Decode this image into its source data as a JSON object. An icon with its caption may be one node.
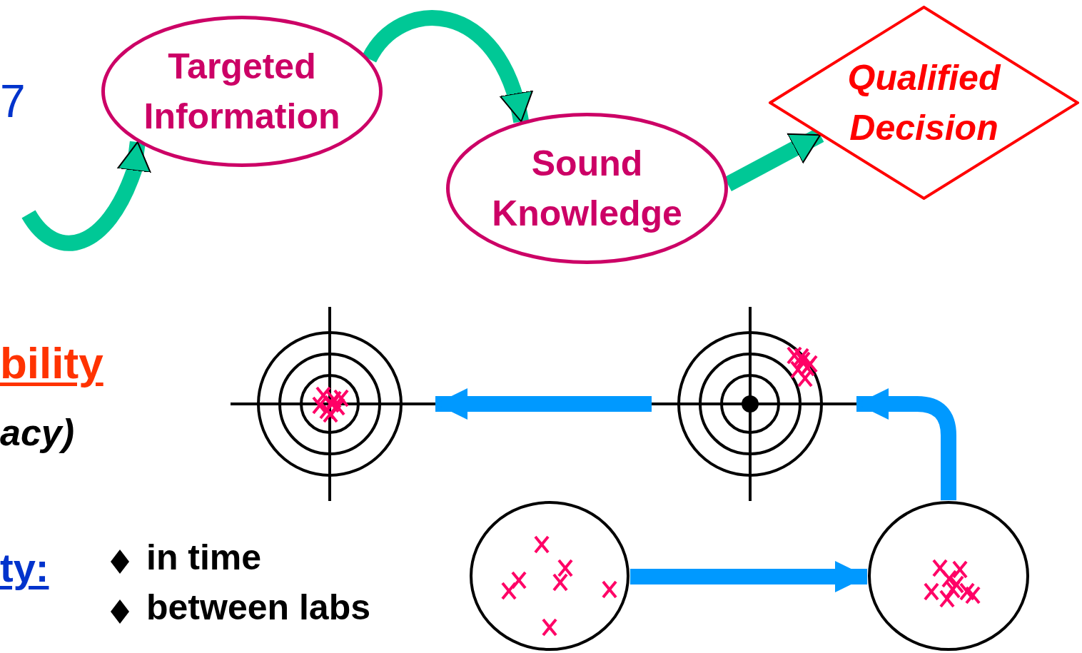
{
  "diagram": {
    "nodes": [
      {
        "text": [
          "Targeted Information"
        ]
      },
      {
        "text": [
          "Sound Knowledge"
        ]
      },
      {
        "text": [
          "Qualified Decision"
        ]
      },
      {
        "text": [],
        "shape": "picture"
      },
      {
        "text": [],
        "shape": "picture"
      },
      {
        "text": [],
        "shape": "circle"
      },
      {
        "text": [],
        "shape": "circle"
      }
    ],
    "edges": [
      {
        "from": null,
        "to": 0,
        "arrow": "to"
      },
      {
        "from": 0,
        "to": 1,
        "arrow": "to"
      },
      {
        "from": 1,
        "to": 2,
        "arrow": "to"
      },
      {
        "from": 5,
        "to": 6,
        "arrow": "to",
        "color": "#0099ff"
      },
      {
        "from": 6,
        "to": 4,
        "arrow": "to",
        "color": "#0099ff"
      },
      {
        "from": 4,
        "to": 3,
        "arrow": "to",
        "color": "#0099ff"
      }
    ],
    "labels": [
      "7",
      "bility",
      "acy)",
      "ty:",
      "in time",
      "between labs"
    ]
  }
}
